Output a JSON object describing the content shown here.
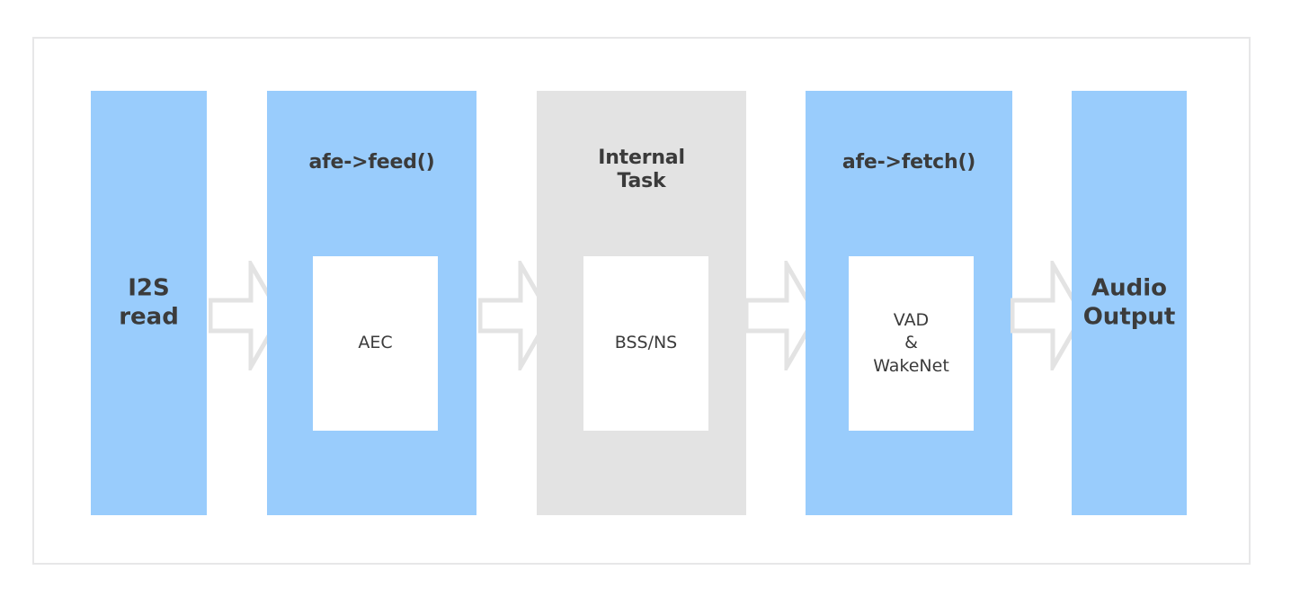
{
  "diagram": {
    "title": "ESP-SR AFE audio pipeline block diagram",
    "colors": {
      "block_blue": "#99ccfc",
      "block_gray": "#e3e3e3",
      "module_white": "#ffffff",
      "text_dark": "#3b3b3b",
      "frame_border": "#e7e7e8",
      "arrow_stroke": "#e3e3e3"
    },
    "stages": [
      {
        "id": "i2s-read",
        "kind": "endpoint",
        "fill": "blue",
        "label": "I2S\nread",
        "title": "",
        "module": ""
      },
      {
        "id": "afe-feed",
        "kind": "process",
        "fill": "blue",
        "label": "",
        "title": "afe->feed()",
        "module": "AEC"
      },
      {
        "id": "internal-task",
        "kind": "process",
        "fill": "gray",
        "label": "",
        "title": "Internal\nTask",
        "module": "BSS/NS"
      },
      {
        "id": "afe-fetch",
        "kind": "process",
        "fill": "blue",
        "label": "",
        "title": "afe->fetch()",
        "module": "VAD\n&\nWakeNet"
      },
      {
        "id": "audio-output",
        "kind": "endpoint",
        "fill": "blue",
        "label": "Audio\nOutput",
        "title": "",
        "module": ""
      }
    ],
    "arrows": [
      {
        "id": "arrow-1",
        "from": "i2s-read",
        "to": "afe-feed"
      },
      {
        "id": "arrow-2",
        "from": "afe-feed",
        "to": "internal-task"
      },
      {
        "id": "arrow-3",
        "from": "internal-task",
        "to": "afe-fetch"
      },
      {
        "id": "arrow-4",
        "from": "afe-fetch",
        "to": "audio-output"
      }
    ]
  }
}
